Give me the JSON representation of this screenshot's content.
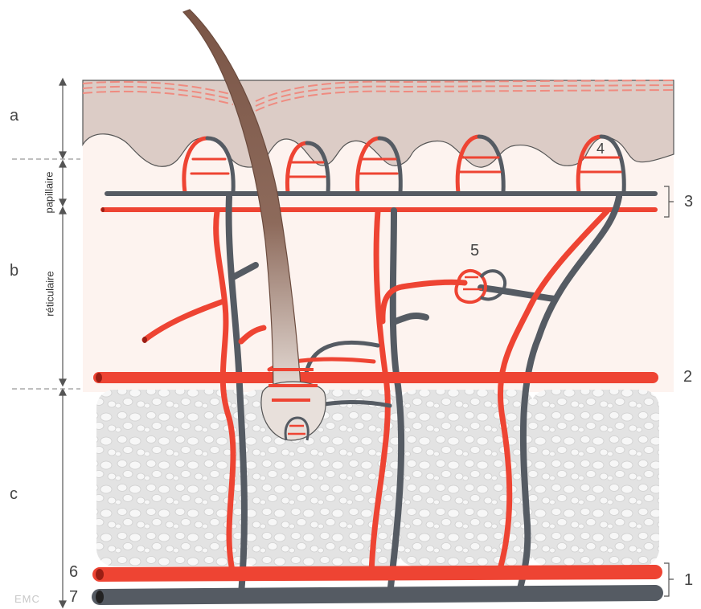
{
  "layers": {
    "a": "a",
    "b": "b",
    "c": "c",
    "papillaire": "papillaire",
    "reticulaire": "réticulaire"
  },
  "callouts": {
    "n1": "1",
    "n2": "2",
    "n3": "3",
    "n4": "4",
    "n5": "5",
    "n6": "6",
    "n7": "7"
  },
  "watermark": "EMC",
  "colors": {
    "artery": "#ee4433",
    "vein": "#555b63",
    "epidermis": "#dcccc6",
    "dermis": "#fdf3ef",
    "fat": "#e6e6e6",
    "hair": "#8a6152"
  }
}
